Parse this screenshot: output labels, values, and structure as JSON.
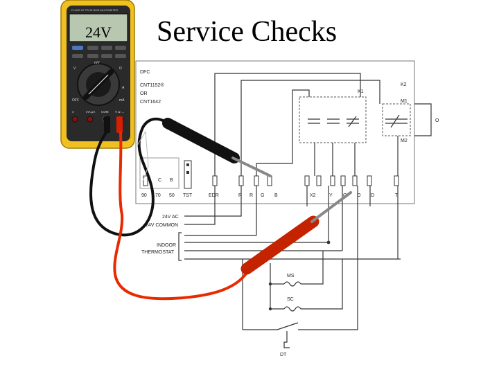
{
  "slide": {
    "title": "Service Checks"
  },
  "meter": {
    "display": "24V",
    "brand": "FLUKE 87 TRUE RMS MULTIMETER",
    "mode_labels": [
      "OFF",
      "V",
      "mV",
      "Ω",
      "A",
      "mA"
    ],
    "jacks": [
      "A",
      "mA µA",
      "COM",
      "V Ω →"
    ]
  },
  "diagram": {
    "board_labels": [
      "DFC",
      "CNT1152®",
      "OR",
      "CNT1642"
    ],
    "relays": [
      "K1",
      "K2",
      "M1",
      "M2"
    ],
    "side_label": "O",
    "terminals": [
      "90",
      "70",
      "50",
      "TST",
      "EDR",
      "R",
      "R",
      "G",
      "B",
      "X2",
      "Y",
      "O",
      "O",
      "D",
      "T"
    ],
    "jumper_labels": [
      "C",
      "B"
    ],
    "supply_labels": [
      "24V AC",
      "24V COMMON"
    ],
    "thermostat_labels": [
      "INDOOR",
      "THERMOSTAT"
    ],
    "switches": [
      "MS",
      "SC",
      "DT"
    ]
  },
  "colors": {
    "probe_red": "#e82a00",
    "probe_black": "#111111",
    "wire": "#333333",
    "meter_body": "#f0c020"
  }
}
